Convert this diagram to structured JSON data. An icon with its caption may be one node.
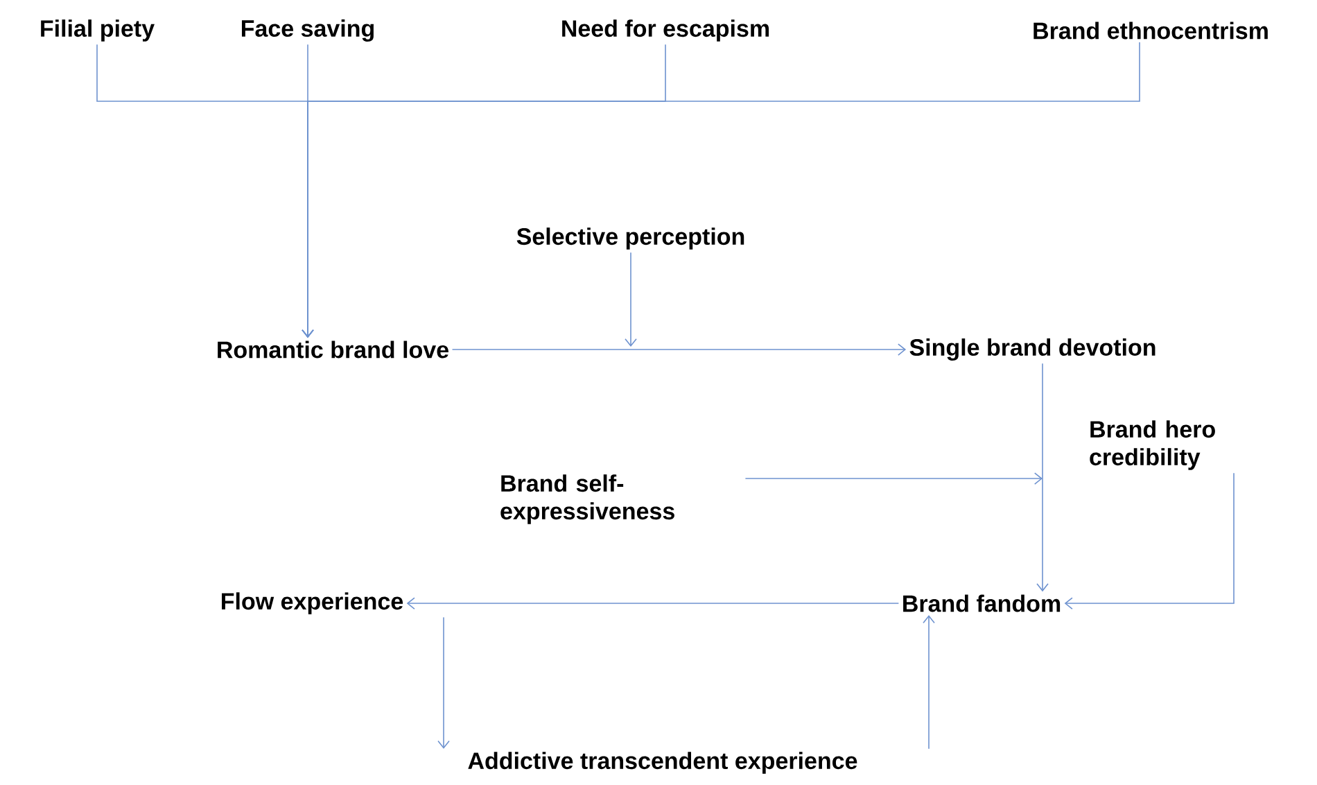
{
  "diagram": {
    "nodes": [
      {
        "text": [
          "Filial piety"
        ]
      },
      {
        "text": [
          "Face saving"
        ]
      },
      {
        "text": [
          "Need for escapism"
        ]
      },
      {
        "text": [
          "Brand ethnocentrism"
        ]
      },
      {
        "text": [
          "Selective perception"
        ]
      },
      {
        "text": [
          "Romantic brand love"
        ]
      },
      {
        "text": [
          "Single brand devotion"
        ]
      },
      {
        "text": [
          "Brand hero credibility"
        ]
      },
      {
        "text": [
          "Brand self-expressiveness"
        ]
      },
      {
        "text": [
          "Flow experience"
        ]
      },
      {
        "text": [
          "Brand fandom"
        ]
      },
      {
        "text": [
          "Addictive transcendent experience"
        ]
      }
    ],
    "edges": [
      {
        "from": 0,
        "to": 5,
        "arrow": "to"
      },
      {
        "from": 1,
        "to": 5,
        "arrow": "to"
      },
      {
        "from": 2,
        "to": 5,
        "arrow": "to"
      },
      {
        "from": 3,
        "to": 5,
        "arrow": "to"
      },
      {
        "from": 4,
        "to": null,
        "arrow": "to"
      },
      {
        "from": 5,
        "to": 6,
        "arrow": "to"
      },
      {
        "from": 6,
        "to": 10,
        "arrow": "to"
      },
      {
        "from": 8,
        "to": null,
        "arrow": "to"
      },
      {
        "from": 7,
        "to": 10,
        "arrow": "to"
      },
      {
        "from": 10,
        "to": 9,
        "arrow": "to"
      },
      {
        "from": 9,
        "to": 11,
        "arrow": "to"
      },
      {
        "from": 11,
        "to": 10,
        "arrow": "to"
      }
    ]
  }
}
